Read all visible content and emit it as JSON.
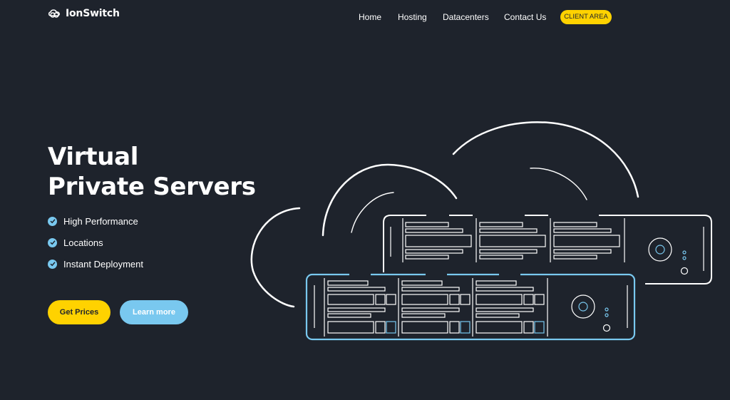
{
  "header": {
    "brand": "IonSwitch",
    "nav": [
      {
        "label": "Home"
      },
      {
        "label": "Hosting"
      },
      {
        "label": "Datacenters"
      },
      {
        "label": "Contact Us"
      }
    ],
    "client_area": "CLIENT AREA"
  },
  "hero": {
    "title_line1": "Virtual",
    "title_line2": "Private Servers",
    "features": [
      "High Performance",
      "Locations",
      "Instant Deployment"
    ],
    "primary_button": "Get Prices",
    "secondary_button": "Learn more"
  },
  "colors": {
    "background": "#1e232c",
    "accent_yellow": "#ffd200",
    "accent_blue": "#79c8ef",
    "line_white": "#ffffff"
  },
  "icons": [
    "logo-icon",
    "check-icon"
  ]
}
